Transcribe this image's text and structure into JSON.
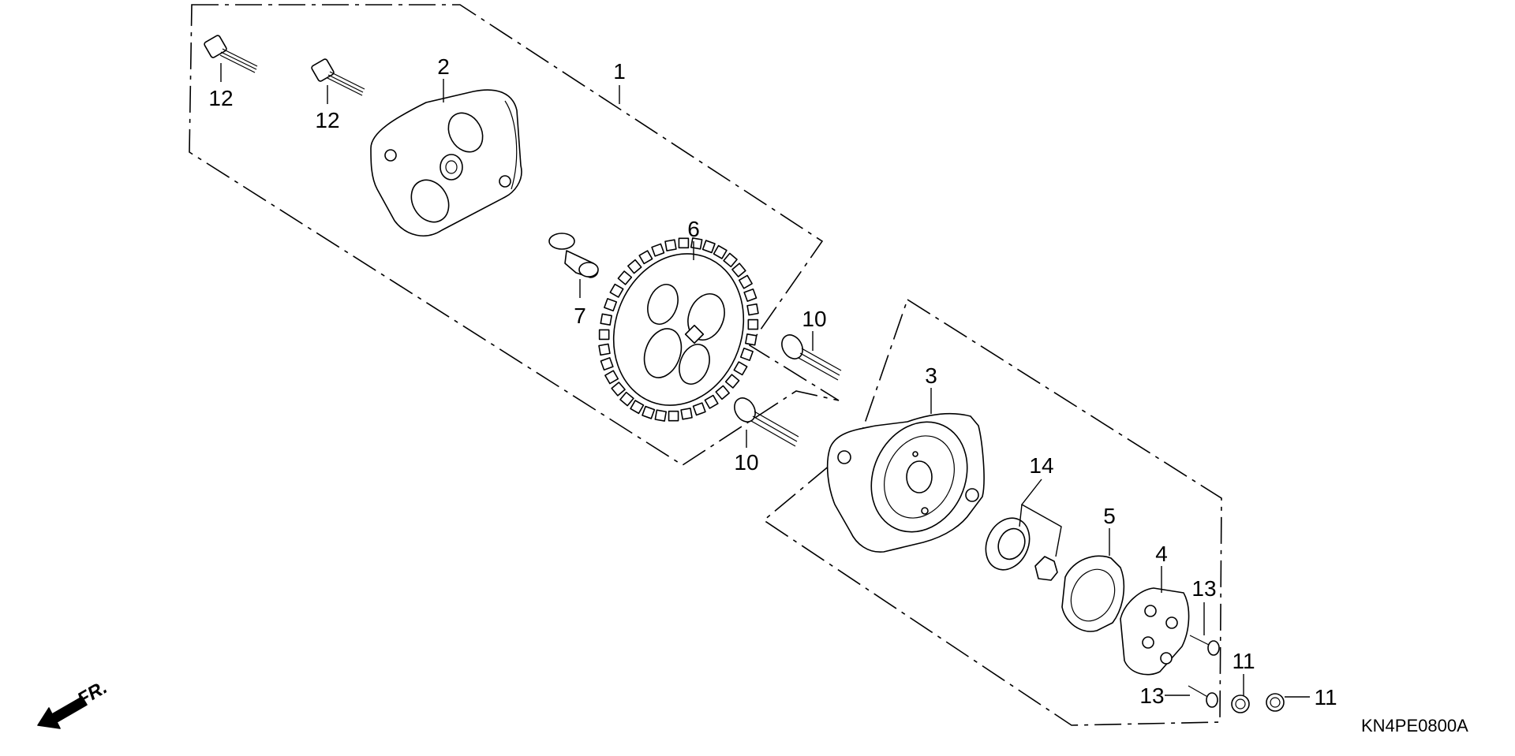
{
  "diagram_code": "KN4PE0800A",
  "direction_label": "FR.",
  "callouts": [
    {
      "id": "c1",
      "label": "1"
    },
    {
      "id": "c2",
      "label": "2"
    },
    {
      "id": "c3",
      "label": "3"
    },
    {
      "id": "c4",
      "label": "4"
    },
    {
      "id": "c5",
      "label": "5"
    },
    {
      "id": "c6",
      "label": "6"
    },
    {
      "id": "c7",
      "label": "7"
    },
    {
      "id": "c10a",
      "label": "10"
    },
    {
      "id": "c10b",
      "label": "10"
    },
    {
      "id": "c11a",
      "label": "11"
    },
    {
      "id": "c11b",
      "label": "11"
    },
    {
      "id": "c12a",
      "label": "12"
    },
    {
      "id": "c12b",
      "label": "12"
    },
    {
      "id": "c13a",
      "label": "13"
    },
    {
      "id": "c13b",
      "label": "13"
    },
    {
      "id": "c14",
      "label": "14"
    }
  ]
}
